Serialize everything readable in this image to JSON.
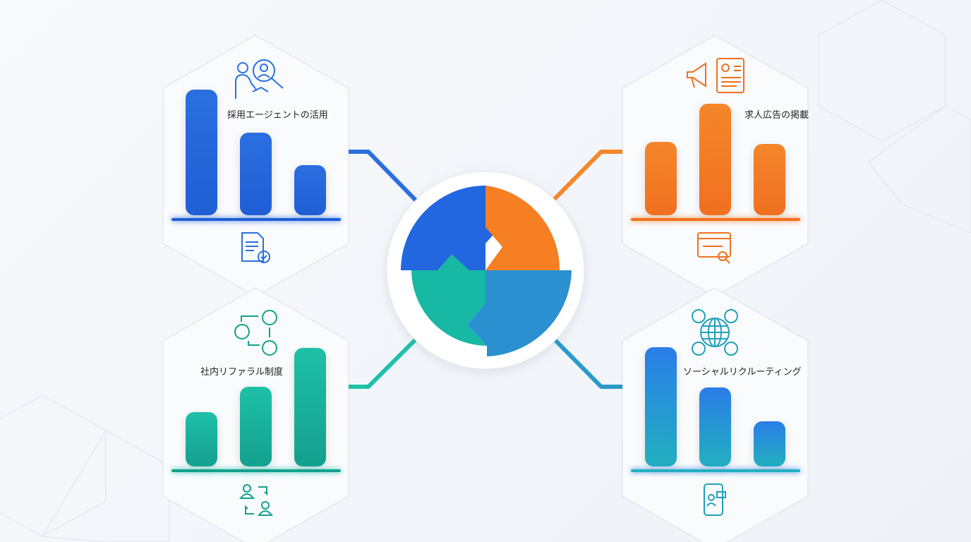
{
  "panels": [
    {
      "id": "agent",
      "label": "採用エージェントの活用",
      "color": "#2b6fe0",
      "color2": "#1f5ed6",
      "icon_top": "agent-search-handshake-icon",
      "icon_bottom": "document-check-icon",
      "values": [
        100,
        66,
        40
      ]
    },
    {
      "id": "ads",
      "label": "求人広告の掲載",
      "color": "#f5862a",
      "color2": "#f07020",
      "icon_top": "megaphone-resume-icon",
      "icon_bottom": "browser-search-icon",
      "values": [
        66,
        100,
        64
      ]
    },
    {
      "id": "referral",
      "label": "社内リファラル制度",
      "color": "#1ec0a8",
      "color2": "#14a08e",
      "icon_top": "referral-network-icon",
      "icon_bottom": "user-exchange-icon",
      "values": [
        46,
        67,
        100
      ]
    },
    {
      "id": "social",
      "label": "ソーシャルリクルーティング",
      "color": "#2a7de8",
      "color2": "#22b0c0",
      "icon_top": "social-globe-icon",
      "icon_bottom": "mobile-profile-icon",
      "values": [
        100,
        66,
        38
      ]
    }
  ]
}
